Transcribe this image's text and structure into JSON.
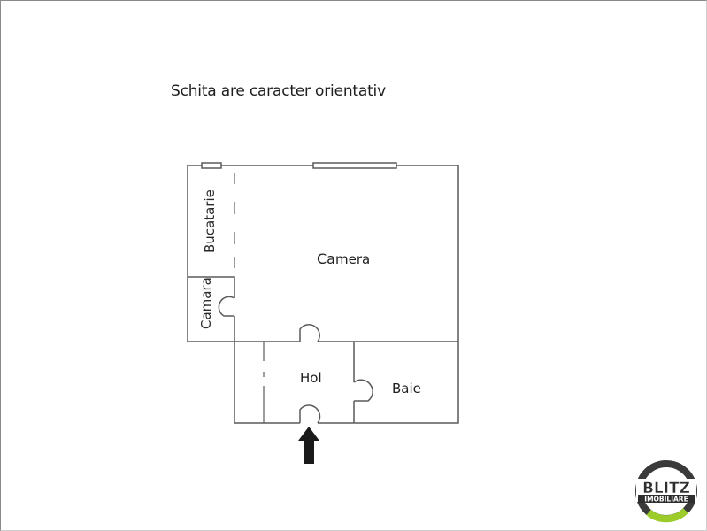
{
  "caption": "Schita are caracter orientativ",
  "rooms": {
    "bucatarie": "Bucatarie",
    "camera_bold": "Ca",
    "camera_rest": "mera",
    "camara": "Camara",
    "hol": "Hol",
    "baie": "Baie"
  },
  "logo": {
    "brand": "BLITZ",
    "subtitle": "IMOBILIARE",
    "ring_color": "#3a3a3a",
    "accent_color": "#9ccc2a"
  },
  "colors": {
    "wall": "#5a5a5a",
    "arrow": "#1a1a1a"
  }
}
